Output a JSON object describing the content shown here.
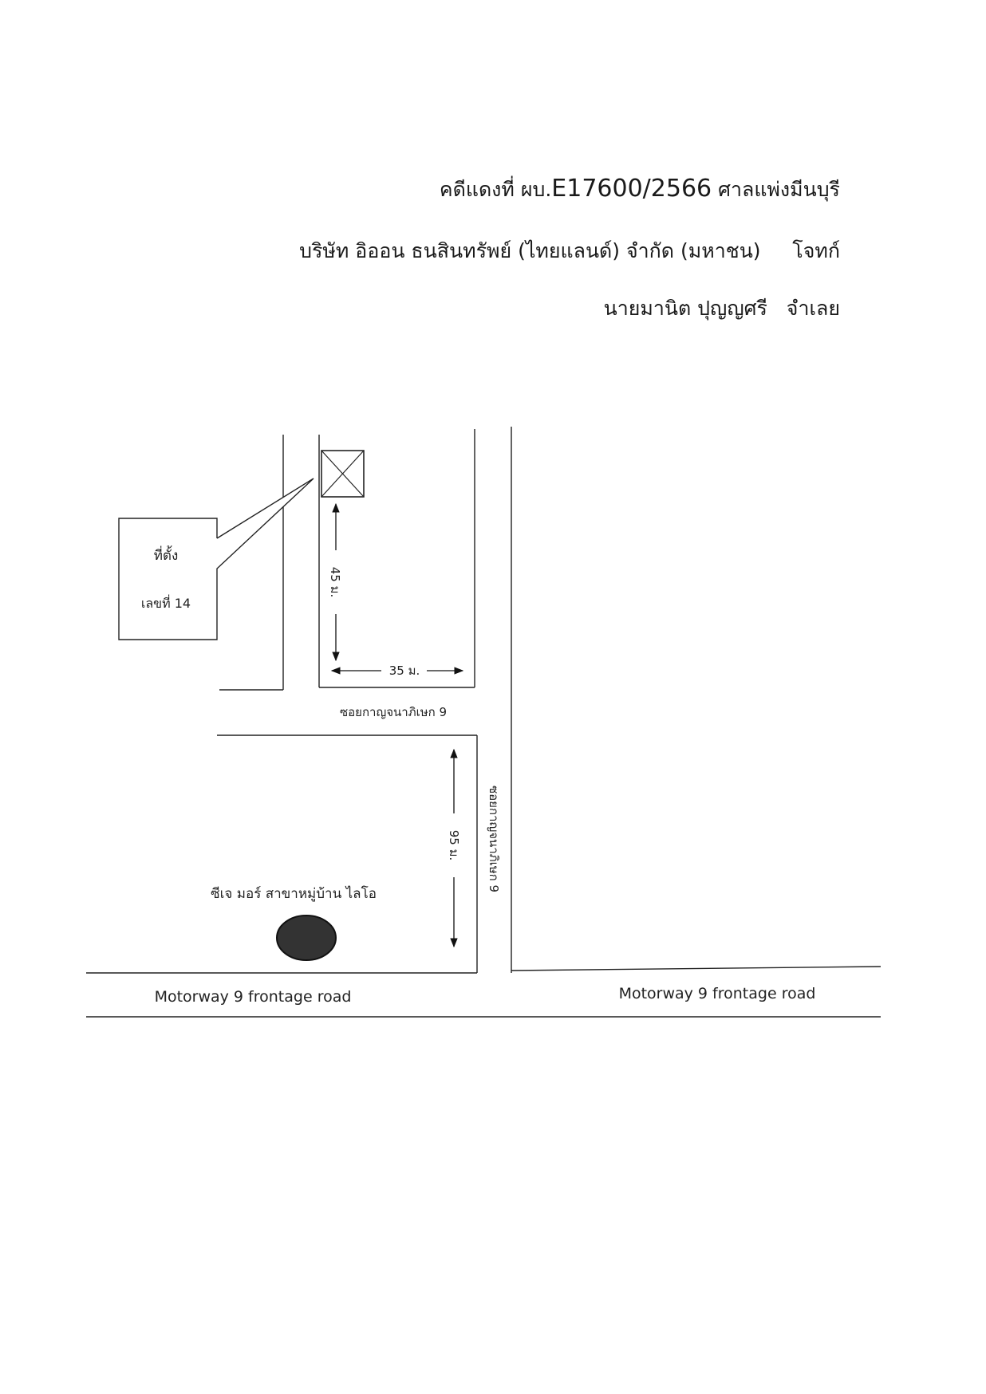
{
  "header": {
    "case_prefix": "คดีแดงที่ ผบ.",
    "case_number": "E17600/2566",
    "court": "ศาลแพ่งมีนบุรี",
    "plaintiff": "บริษัท อิออน ธนสินทรัพย์ (ไทยแลนด์) จำกัด (มหาชน)",
    "plaintiff_role": "โจทก์",
    "defendant": "นายมานิต ปุญญศรี",
    "defendant_role": "จำเลย"
  },
  "map": {
    "callout_line1": "ที่ตั้ง",
    "callout_line2": "เลขที่ 14",
    "dist_vertical_top": "45 ม.",
    "dist_horizontal": "35 ม.",
    "soi_horizontal": "ซอยกาญจนาภิเษก 9",
    "soi_vertical": "ซอยกาญจนาภิเษก 9",
    "dist_vertical_bottom": "95 ม.",
    "landmark": "ซีเจ มอร์ สาขาหมู่บ้าน ไลโอ",
    "road_left": "Motorway 9 frontage road",
    "road_right": "Motorway 9 frontage road"
  }
}
